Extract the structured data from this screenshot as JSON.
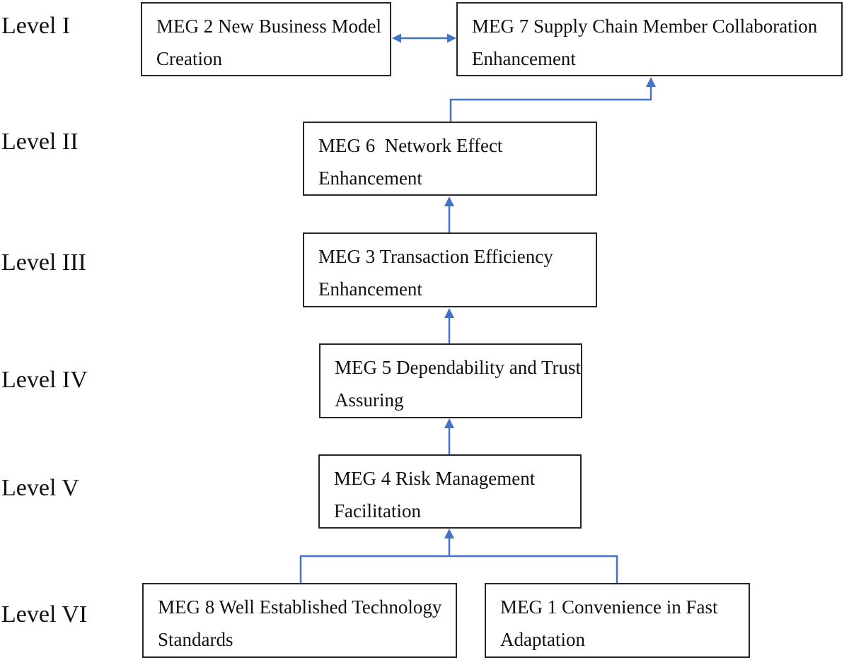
{
  "diagram": {
    "levels": [
      {
        "label": "Level I"
      },
      {
        "label": "Level II"
      },
      {
        "label": "Level III"
      },
      {
        "label": "Level IV"
      },
      {
        "label": "Level V"
      },
      {
        "label": "Level VI"
      }
    ],
    "boxes": {
      "meg2": {
        "lines": [
          "MEG 2 New Business Model",
          "Creation"
        ]
      },
      "meg7": {
        "lines": [
          "MEG 7 Supply Chain Member Collaboration",
          "Enhancement"
        ]
      },
      "meg6": {
        "lines": [
          "MEG 6  Network Effect",
          "Enhancement"
        ]
      },
      "meg3": {
        "lines": [
          "MEG 3 Transaction Efficiency",
          "Enhancement"
        ]
      },
      "meg5": {
        "lines": [
          "MEG 5 Dependability and Trust",
          "Assuring"
        ]
      },
      "meg4": {
        "lines": [
          "MEG 4 Risk Management",
          "Facilitation"
        ]
      },
      "meg8": {
        "lines": [
          "MEG 8 Well Established Technology",
          "Standards"
        ]
      },
      "meg1": {
        "lines": [
          "MEG 1 Convenience in Fast",
          "Adaptation"
        ]
      }
    },
    "connections": [
      {
        "type": "bidirectional-arrow",
        "between": [
          "MEG 2",
          "MEG 7"
        ]
      },
      {
        "type": "arrow",
        "from": "MEG 6",
        "to": "MEG 7"
      },
      {
        "type": "arrow",
        "from": "MEG 3",
        "to": "MEG 6"
      },
      {
        "type": "arrow",
        "from": "MEG 5",
        "to": "MEG 3"
      },
      {
        "type": "arrow",
        "from": "MEG 4",
        "to": "MEG 5"
      },
      {
        "type": "arrow",
        "from": "MEG 8 / MEG 1",
        "to": "MEG 4"
      }
    ],
    "colors": {
      "connector_blue": "#4472C4",
      "box_border": "#262626",
      "text": "#111111",
      "background": "#ffffff"
    }
  }
}
